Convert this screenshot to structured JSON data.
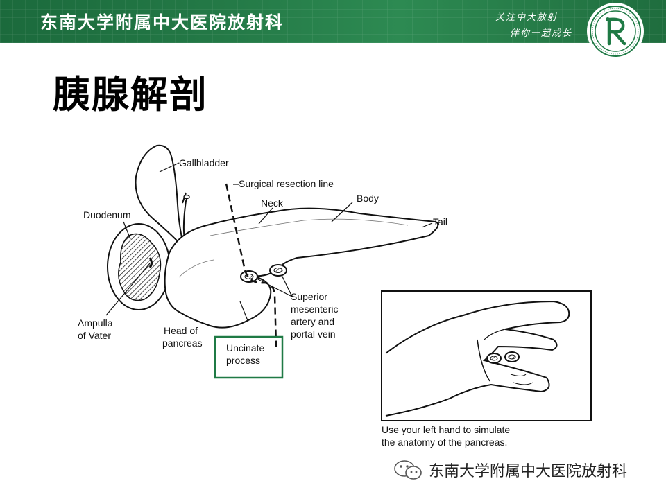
{
  "header": {
    "department": "东南大学附属中大医院放射科",
    "slogan_line1": "关注中大放射",
    "slogan_line2": "伴你一起成长",
    "accent_color": "#1f7a45"
  },
  "slide": {
    "title": "胰腺解剖"
  },
  "diagram": {
    "labels": {
      "gallbladder": "Gallbladder",
      "surgical_line": "Surgical resection line",
      "neck": "Neck",
      "body": "Body",
      "tail": "Tail",
      "duodenum": "Duodenum",
      "superior_1": "Superior",
      "superior_2": "mesenteric",
      "superior_3": "artery and",
      "superior_4": "portal vein",
      "ampulla_1": "Ampulla",
      "ampulla_2": "of Vater",
      "head_1": "Head of",
      "head_2": "pancreas",
      "uncinate_1": "Uncinate",
      "uncinate_2": "process"
    },
    "caption_line1": "Use your left hand to simulate",
    "caption_line2": "the anatomy of the pancreas.",
    "highlight_color": "#1f7a45"
  },
  "footer": {
    "watermark": "东南大学附属中大医院放射科",
    "icon": "wechat-icon"
  }
}
